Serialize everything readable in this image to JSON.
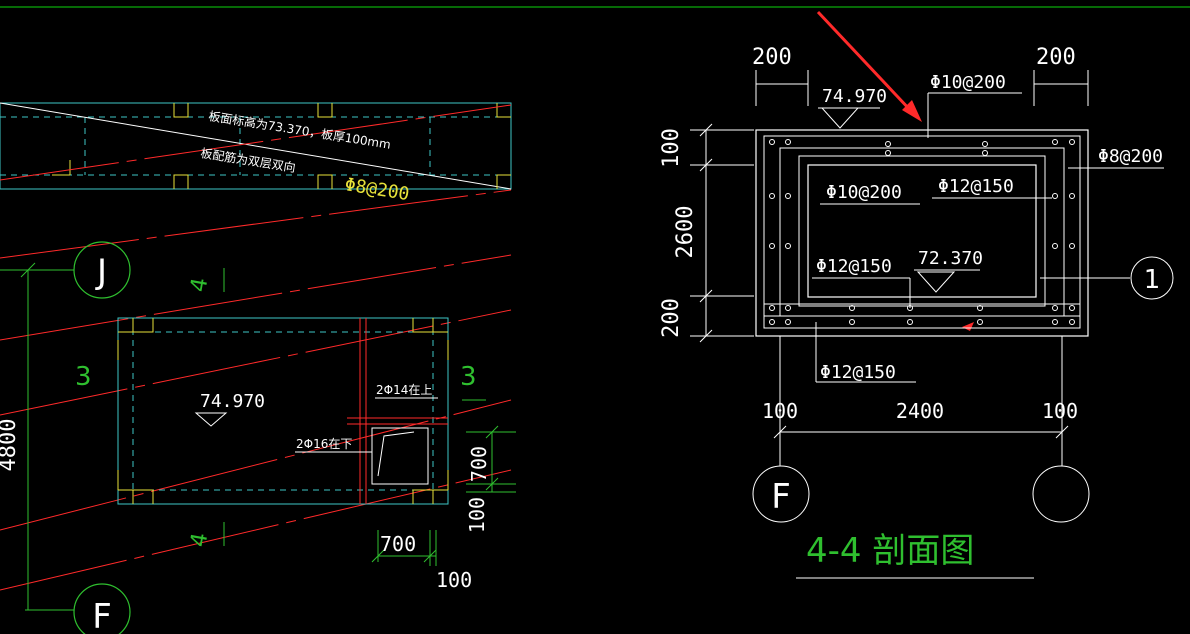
{
  "colors": {
    "background": "#000000",
    "white": "#ffffff",
    "cyan": "#3ec6c6",
    "yellow": "#e8e23a",
    "red": "#ff2a2a",
    "green": "#2fbf2f",
    "frame": "#0bd30b"
  },
  "plan": {
    "slab_note_1": "板面标高为73.370，板厚100mm",
    "slab_note_2": "板配筋为双层双向",
    "slab_rebar": "Φ8@200",
    "axis_j": "J",
    "axis_f": "F",
    "section_mark": "4",
    "section_num_left": "3",
    "section_num_right": "3",
    "elevation": "74.970",
    "rebar_top": "2Φ14在上",
    "rebar_bottom": "2Φ16在下",
    "dim_4800": "4800",
    "dim_700_h": "700",
    "dim_700_v": "700",
    "dim_100_h": "100",
    "dim_100_v": "100"
  },
  "section": {
    "dim_top_left": "200",
    "dim_top_right": "200",
    "elev_top": "74.970",
    "rebar_top": "Φ10@200",
    "rebar_right": "Φ8@200",
    "rebar_inner_left": "Φ10@200",
    "rebar_inner_right": "Φ12@150",
    "rebar_inner_bottom": "Φ12@150",
    "elev_bottom": "72.370",
    "rebar_below": "Φ12@150",
    "dim_left_100": "100",
    "dim_left_2600": "2600",
    "dim_left_200": "200",
    "dim_bottom_100_left": "100",
    "dim_bottom_2400": "2400",
    "dim_bottom_100_right": "100",
    "axis_left": "F",
    "axis_right": "",
    "axis_side": "1",
    "title": "4-4 剖面图"
  }
}
